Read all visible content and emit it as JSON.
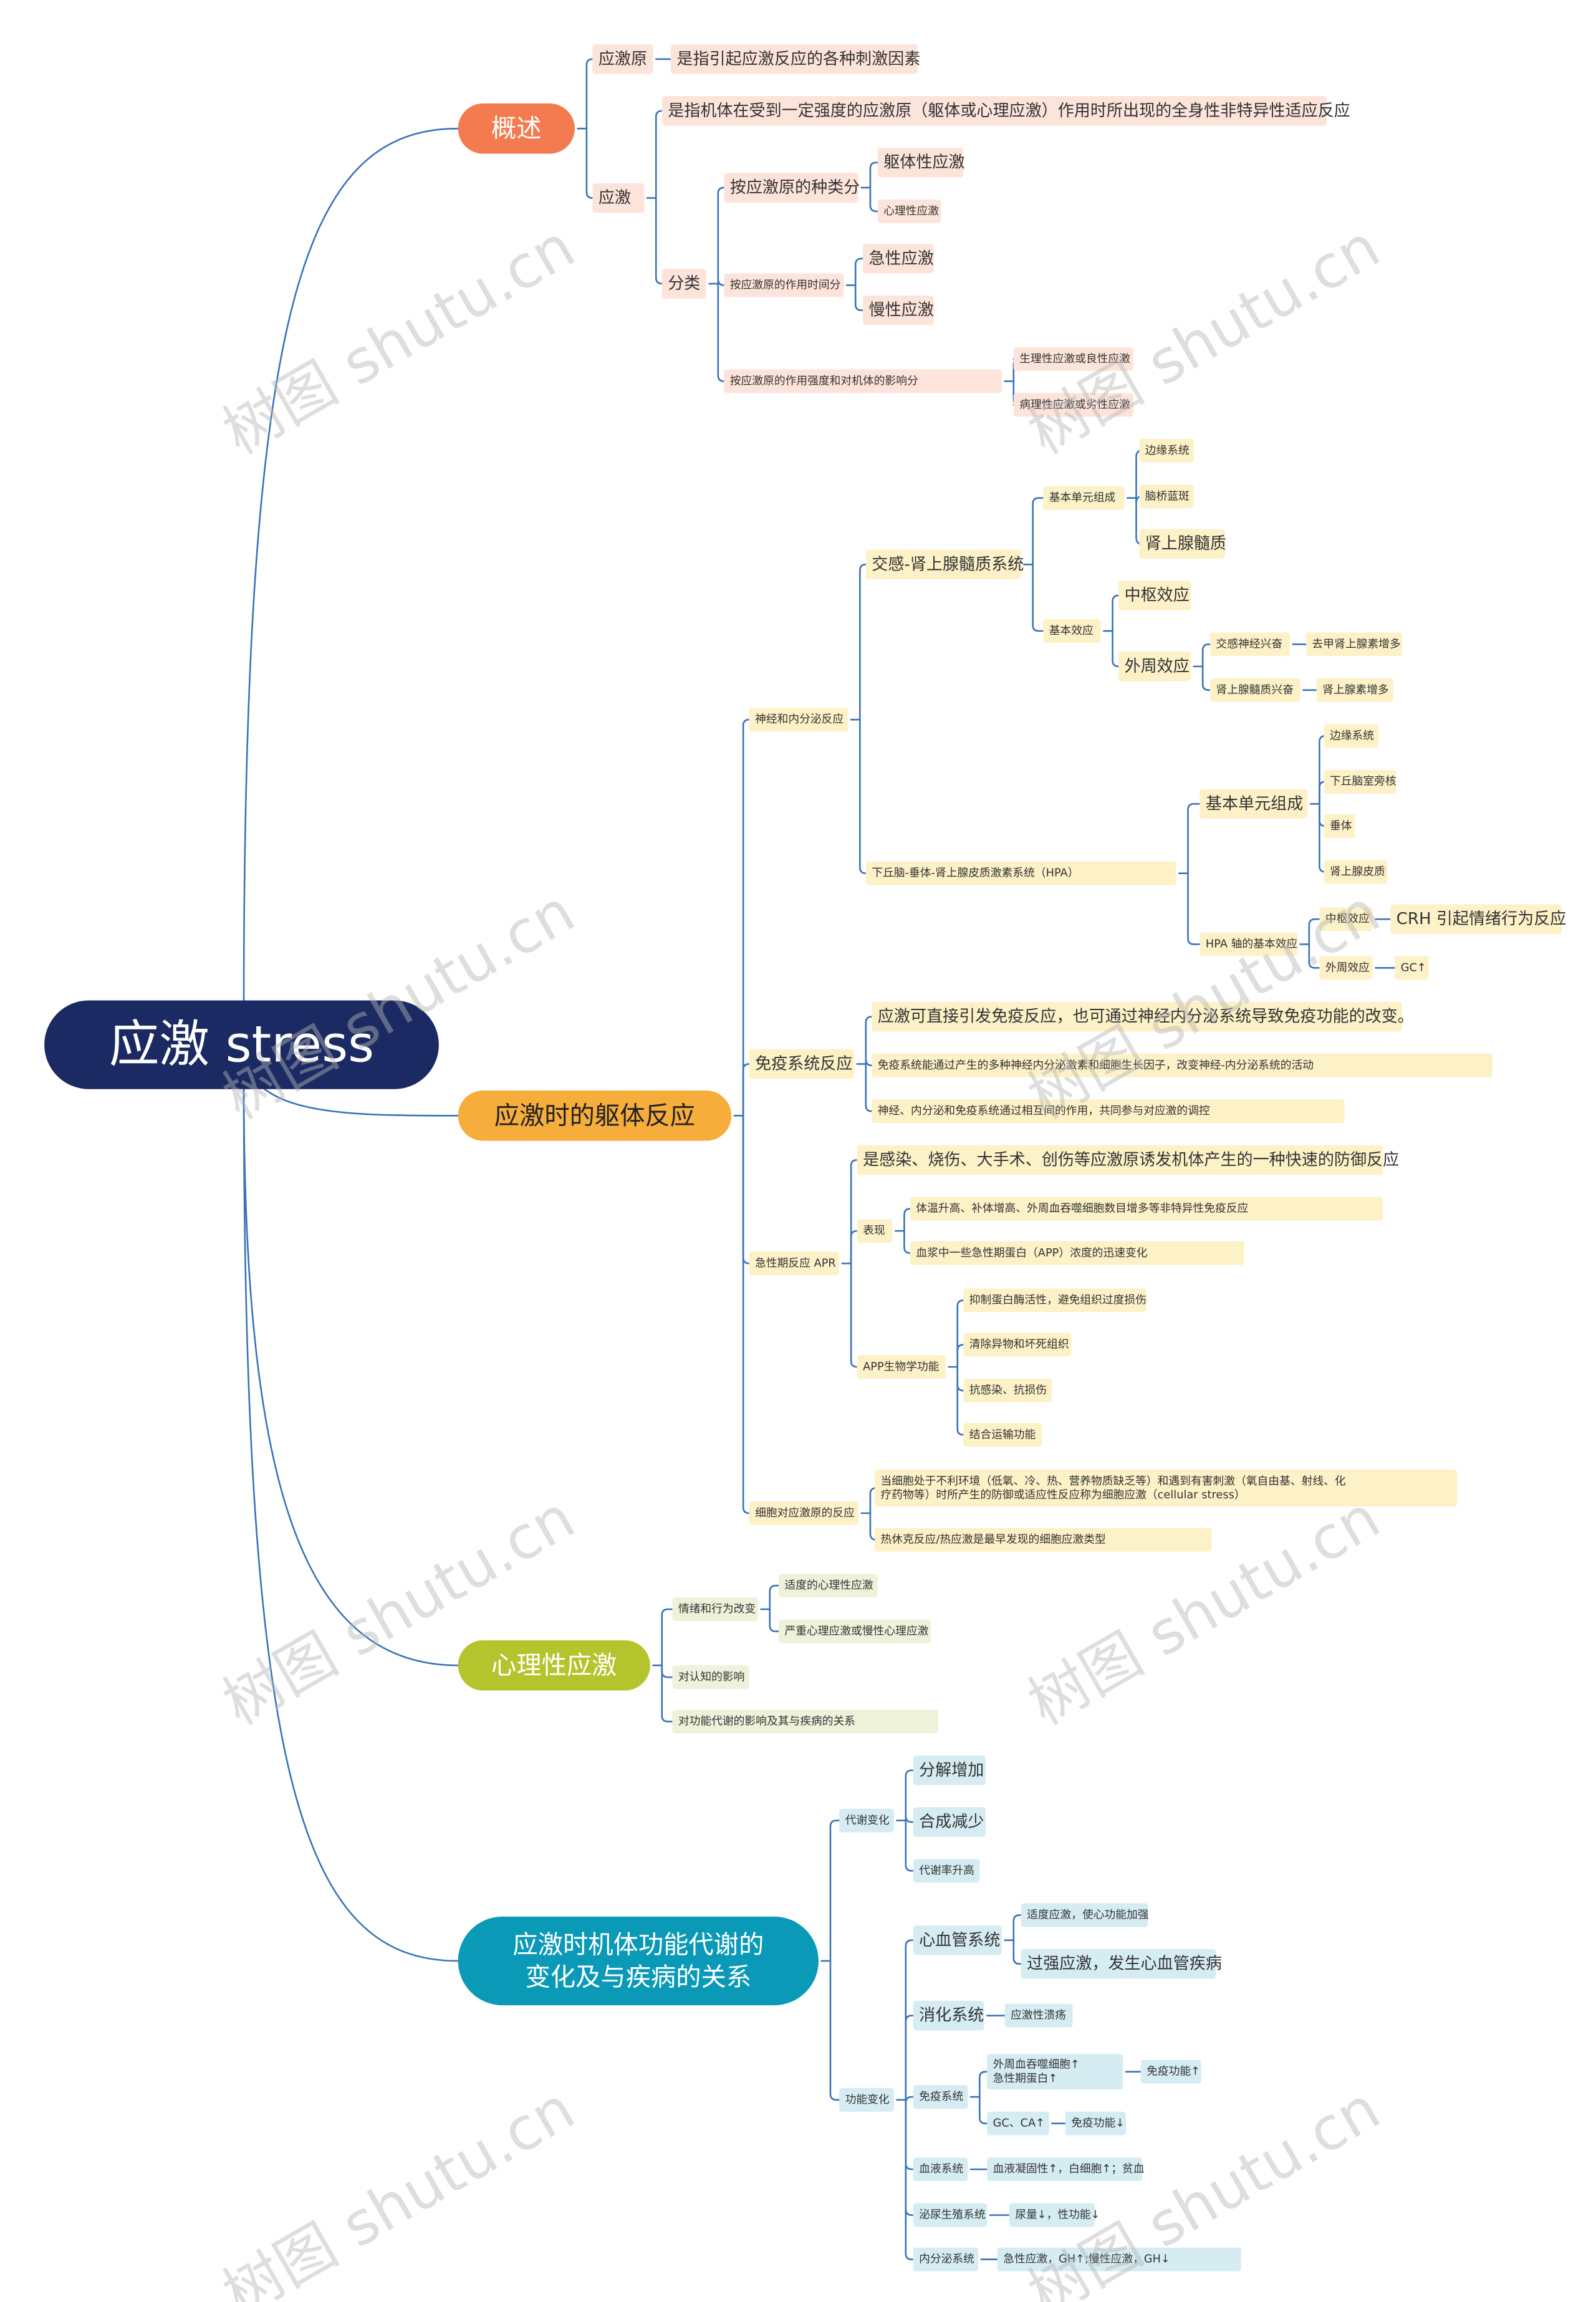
{
  "root": {
    "label": "应激 stress"
  },
  "palette": {
    "root": "#1c2a63",
    "overview": "#f47a4f",
    "somatic": "#f7ad3b",
    "psych": "#b4c42d",
    "metabolic": "#0a9ab8",
    "overview_tint": "#fde4da",
    "somatic_tint": "#fdf1c7",
    "psych_tint": "#eef2da",
    "metabolic_tint": "#d6ecf3",
    "line": "#3a73b8"
  },
  "watermark": {
    "text": "树图 shutu.cn"
  },
  "branches": {
    "overview": {
      "label": "概述",
      "stressor": {
        "label": "应激原",
        "def": "是指引起应激反应的各种刺激因素"
      },
      "stress": {
        "label": "应激",
        "def": "是指机体在受到一定强度的应激原（躯体或心理应激）作用时所出现的全身性非特异性适应反应",
        "classify": {
          "label": "分类",
          "by_kind": {
            "label": "按应激原的种类分",
            "a": "躯体性应激",
            "b": "心理性应激"
          },
          "by_time": {
            "label": "按应激原的作用时间分",
            "a": "急性应激",
            "b": "慢性应激"
          },
          "by_effect": {
            "label": "按应激原的作用强度和对机体的影响分",
            "a": "生理性应激或良性应激",
            "b": "病理性应激或劣性应激"
          }
        }
      }
    },
    "somatic": {
      "label": "应激时的躯体反应",
      "neuro": {
        "label": "神经和内分泌反应",
        "sam": {
          "label": "交感-肾上腺髓质系统",
          "unit": {
            "label": "基本单元组成",
            "a": "边缘系统",
            "b": "脑桥蓝斑",
            "c": "肾上腺髓质"
          },
          "effect": {
            "label": "基本效应",
            "central": "中枢效应",
            "peripheral": {
              "label": "外周效应",
              "a": "交感神经兴奋",
              "a_result": "去甲肾上腺素增多",
              "b": "肾上腺髓质兴奋",
              "b_result": "肾上腺素增多"
            }
          }
        },
        "hpa": {
          "label": "下丘脑-垂体-肾上腺皮质激素系统（HPA）",
          "unit": {
            "label": "基本单元组成",
            "a": "边缘系统",
            "b": "下丘脑室旁核",
            "c": "垂体",
            "d": "肾上腺皮质"
          },
          "effect": {
            "label": "HPA 轴的基本效应",
            "central": "中枢效应",
            "central_result": "CRH 引起情绪行为反应",
            "peripheral": "外周效应",
            "peripheral_result": "GC↑"
          }
        }
      },
      "immune": {
        "label": "免疫系统反应",
        "a": "应激可直接引发免疫反应，也可通过神经内分泌系统导致免疫功能的改变。",
        "b": "免疫系统能通过产生的多种神经内分泌激素和细胞生长因子，改变神经-内分泌系统的活动",
        "c": "神经、内分泌和免疫系统通过相互间的作用，共同参与对应激的调控"
      },
      "apr": {
        "label": "急性期反应 APR",
        "def": "是感染、烧伤、大手术、创伤等应激原诱发机体产生的一种快速的防御反应",
        "manifest": {
          "label": "表现",
          "a": "体温升高、补体增高、外周血吞噬细胞数目增多等非特异性免疫反应",
          "b": "血浆中一些急性期蛋白（APP）浓度的迅速变化"
        },
        "app": {
          "label": "APP生物学功能",
          "a": "抑制蛋白酶活性，避免组织过度损伤",
          "b": "清除异物和坏死组织",
          "c": "抗感染、抗损伤",
          "d": "结合运输功能"
        }
      },
      "cell": {
        "label": "细胞对应激原的反应",
        "a": "当细胞处于不利环境（低氧、冷、热、营养物质缺乏等）和遇到有害刺激（氧自由基、射线、化疗药物等）时所产生的防御或适应性反应称为细胞应激（cellular stress）",
        "b": "热休克反应/热应激是最早发现的细胞应激类型"
      }
    },
    "psych": {
      "label": "心理性应激",
      "emotion": {
        "label": "情绪和行为改变",
        "a": "适度的心理性应激",
        "b": "严重心理应激或慢性心理应激"
      },
      "cognition": "对认知的影响",
      "disease": "对功能代谢的影响及其与疾病的关系"
    },
    "metabolic": {
      "label_line1": "应激时机体功能代谢的",
      "label_line2": "变化及与疾病的关系",
      "metab": {
        "label": "代谢变化",
        "a": "分解增加",
        "b": "合成减少",
        "c": "代谢率升高"
      },
      "func": {
        "label": "功能变化",
        "cardio": {
          "label": "心血管系统",
          "a": "适度应激，使心功能加强",
          "b": "过强应激，发生心血管疾病"
        },
        "digest": {
          "label": "消化系统",
          "a": "应激性溃疡"
        },
        "immune": {
          "label": "免疫系统",
          "a_line1": "外周血吞噬细胞↑",
          "a_line2": "急性期蛋白↑",
          "a_result": "免疫功能↑",
          "b": "GC、CA↑",
          "b_result": "免疫功能↓"
        },
        "blood": {
          "label": "血液系统",
          "a": "血液凝固性↑，白细胞↑；贫血"
        },
        "urinary": {
          "label": "泌尿生殖系统",
          "a": "尿量↓，性功能↓"
        },
        "endocrine": {
          "label": "内分泌系统",
          "a": "急性应激，GH↑;慢性应激，GH↓"
        }
      }
    }
  }
}
